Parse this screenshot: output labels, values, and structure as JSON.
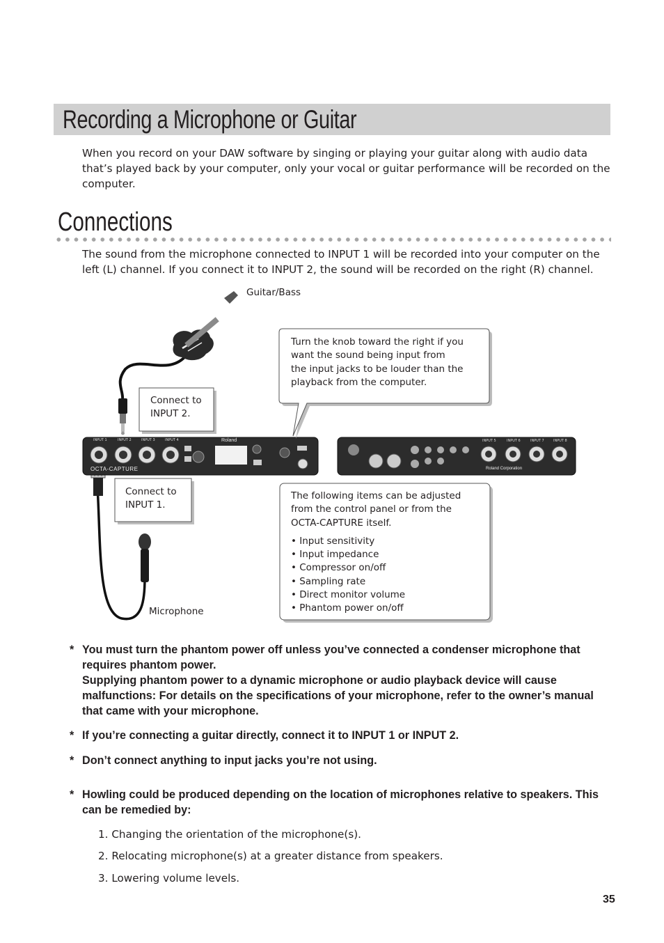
{
  "header": {
    "title": "Recording a Microphone or Guitar",
    "intro": "When you record on your DAW software by singing or playing your guitar along with audio data that’s played back by your computer, only your vocal or guitar performance will be recorded on the computer."
  },
  "connections": {
    "heading": "Connections",
    "intro": "The sound from the microphone connected to INPUT 1 will be recorded into your computer on the left (L) channel. If you connect it to INPUT 2, the sound will be recorded on the right (R) channel."
  },
  "diagram": {
    "guitar_label": "Guitar/Bass",
    "microphone_label": "Microphone",
    "input2_callout": [
      "Connect to",
      "INPUT 2."
    ],
    "input1_callout": [
      "Connect to",
      "INPUT 1."
    ],
    "knob_callout": [
      "Turn the knob toward the right if you",
      "want the sound being input from",
      "the input jacks to be louder than the",
      "playback from the computer."
    ],
    "adjust_callout_intro": [
      "The following items can be adjusted",
      "from the control panel or from the",
      "OCTA-CAPTURE itself."
    ],
    "adjust_items": [
      "• Input sensitivity",
      "• Input impedance",
      "• Compressor on/off",
      "• Sampling rate",
      "• Direct monitor volume",
      "• Phantom power on/off"
    ],
    "device_front": {
      "brand": "Roland",
      "model": "OCTA-CAPTURE",
      "inputs": [
        "INPUT 1",
        "INPUT 2",
        "INPUT 3",
        "INPUT 4"
      ]
    },
    "device_rear": {
      "brand": "Roland Corporation",
      "inputs": [
        "INPUT 5",
        "INPUT 6",
        "INPUT 7",
        "INPUT 8"
      ]
    }
  },
  "notes": [
    {
      "star": "*",
      "text": "You must turn the phantom power off unless you’ve connected a condenser microphone that requires phantom power.",
      "text2": "Supplying phantom power to a dynamic microphone or audio playback device will cause malfunctions: For details on the specifications of your microphone, refer to the owner’s manual that came with your microphone."
    },
    {
      "star": "*",
      "text": "If you’re connecting a guitar directly, connect it to INPUT 1 or INPUT 2."
    },
    {
      "star": "*",
      "text": "Don’t connect anything to input jacks you’re not using."
    },
    {
      "star": "*",
      "text": "Howling could be produced depending on the location of microphones relative to speakers. This can be remedied by:"
    }
  ],
  "remedies": [
    "1. Changing the orientation of the microphone(s).",
    "2. Relocating microphone(s) at a greater distance from speakers.",
    "3. Lowering volume levels."
  ],
  "page_number": "35"
}
